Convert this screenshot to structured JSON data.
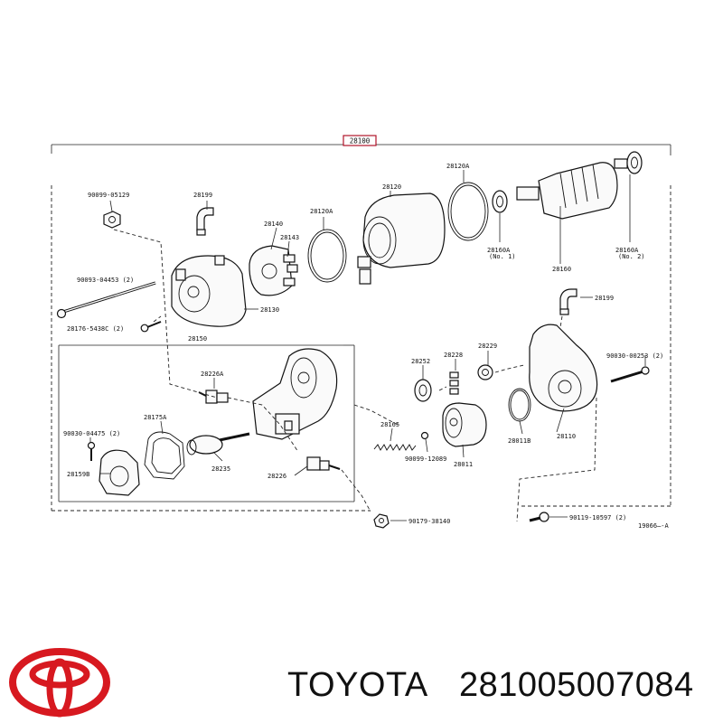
{
  "diagram": {
    "assembly_number": "28100",
    "figure_code": "19066̶-A",
    "parts": {
      "p28199_top": "28199",
      "p90099_05129": "90099-05129",
      "p28140": "28140",
      "p28143": "28143",
      "p28120A_left": "28120A",
      "p28120": "28120",
      "p28120A_right": "28120A",
      "p28160A_left": "28160A",
      "p28160A_left_note": "(No. 1)",
      "p28160A_right": "28160A",
      "p28160A_right_note": "(No. 2)",
      "p28160": "28160",
      "p90093_04453": "90093-04453 (2)",
      "p28130": "28130",
      "p28176_5438C": "28176-5438C (2)",
      "p28150": "28150",
      "p28199_right": "28199",
      "p28226A": "28226A",
      "p90030_04475": "90030-04475 (2)",
      "p28175A": "28175A",
      "p28159B": "28159B",
      "p28235": "28235",
      "p28226": "28226",
      "p28252": "28252",
      "p28228": "28228",
      "p28229": "28229",
      "p90030_00253": "90030-00253 (2)",
      "p28165": "28165",
      "p28011": "28011",
      "p90099_12089": "90099-12089",
      "p28011B": "28011B",
      "p28110": "28110",
      "p90179_38140": "90179-38140",
      "p90119_10597": "90119-10597 (2)"
    }
  },
  "footer": {
    "brand": "TOYOTA",
    "part_number": "281005007084",
    "logo_name": "toyota-logo",
    "logo_color": "#d71920"
  }
}
